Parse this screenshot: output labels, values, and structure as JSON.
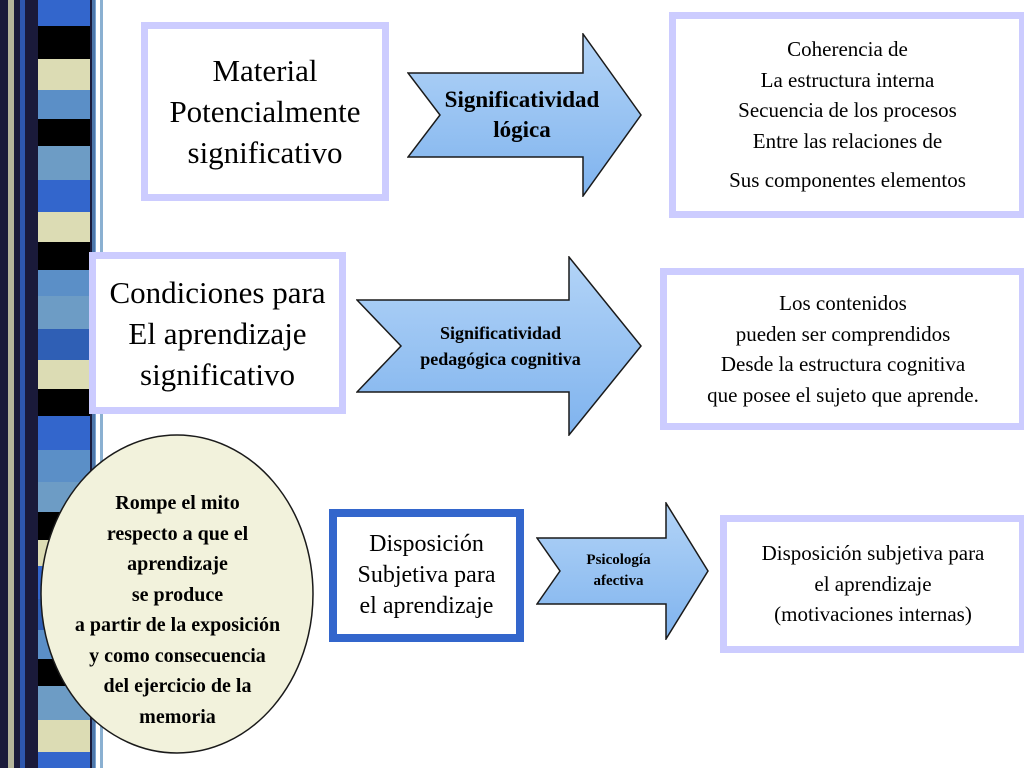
{
  "colors": {
    "arrow_fill_top": "#b3d4f7",
    "arrow_fill_bottom": "#7fb3ee",
    "box_border_light": "#ccccff",
    "box_border_blue": "#3366cc",
    "oval_fill": "#f2f2dc",
    "stripe_palette": [
      "#1a1a3a",
      "#3366cc",
      "#5b8fc7",
      "#dcdcb4",
      "#6d9cc5",
      "#000000",
      "#2f5fb5"
    ]
  },
  "row1": {
    "source_box": {
      "lines": [
        "Material",
        "Potencialmente",
        "significativo"
      ]
    },
    "arrow": {
      "lines": [
        "Significatividad",
        "lógica"
      ]
    },
    "target_box": {
      "lines": [
        "Coherencia de",
        "La estructura interna",
        "Secuencia de los procesos",
        "Entre las relaciones de",
        "Sus componentes  elementos"
      ]
    }
  },
  "row2": {
    "source_box": {
      "lines": [
        "Condiciones para",
        "El aprendizaje",
        "significativo"
      ]
    },
    "arrow": {
      "lines": [
        "Significatividad",
        "pedagógica cognitiva"
      ]
    },
    "target_box": {
      "lines": [
        "Los contenidos",
        "pueden ser comprendidos",
        "Desde la estructura cognitiva",
        "que posee el sujeto que aprende."
      ]
    }
  },
  "row3": {
    "oval": {
      "lines": [
        "Rompe el mito",
        "respecto a que el",
        "aprendizaje",
        "se  produce",
        "a partir de la exposición",
        "y como  consecuencia",
        "del ejercicio de  la",
        "memoria"
      ]
    },
    "source_box": {
      "lines": [
        "Disposición",
        "Subjetiva para",
        "el aprendizaje"
      ]
    },
    "arrow": {
      "lines": [
        "Psicología",
        "afectiva"
      ]
    },
    "target_box": {
      "lines": [
        "Disposición subjetiva para",
        "el aprendizaje",
        "(motivaciones internas)"
      ]
    }
  }
}
